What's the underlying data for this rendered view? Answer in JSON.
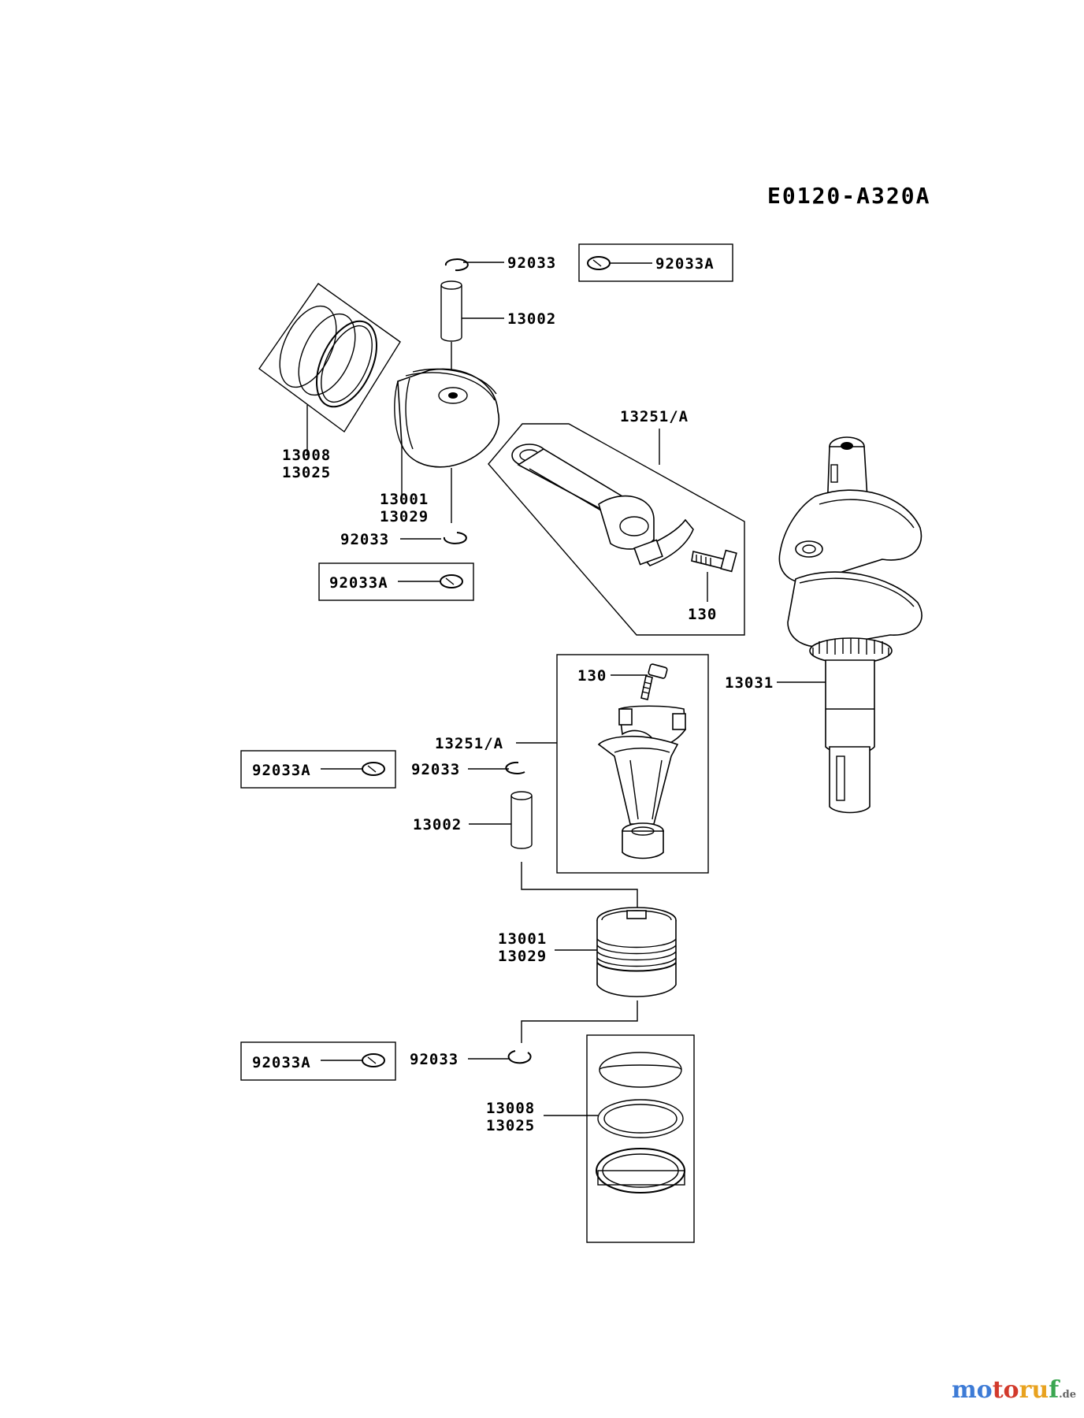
{
  "diagram_code": "E0120-A320A",
  "labels": {
    "top_ring_clip": "92033",
    "top_ring_clip_alt": "92033A",
    "top_pin": "13002",
    "top_rings_a": "13008",
    "top_rings_b": "13025",
    "top_piston_a": "13001",
    "top_piston_b": "13029",
    "top_lower_clip": "92033",
    "top_lower_clip_alt": "92033A",
    "rod_upper": "13251/A",
    "rod_upper_bolt": "130",
    "crankshaft": "13031",
    "rod_lower_bolt": "130",
    "rod_lower": "13251/A",
    "mid_clip_alt": "92033A",
    "mid_clip": "92033",
    "mid_pin": "13002",
    "mid_piston_a": "13001",
    "mid_piston_b": "13029",
    "bot_clip_alt": "92033A",
    "bot_clip": "92033",
    "bot_rings_a": "13008",
    "bot_rings_b": "13025"
  },
  "watermark": {
    "part1": "mo",
    "part2": "to",
    "part3": "ru",
    "part4": "f",
    "domain": ".de"
  }
}
